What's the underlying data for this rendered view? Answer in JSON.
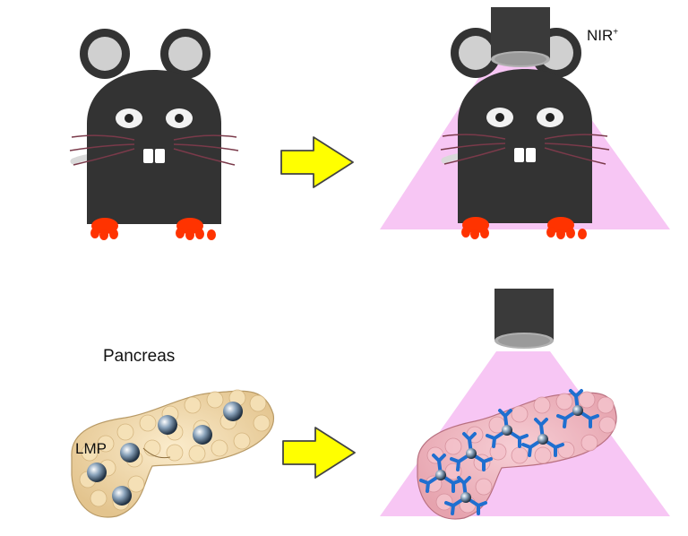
{
  "labels": {
    "nir": "NIR",
    "nir_sup": "+",
    "pancreas": "Pancreas",
    "lmp": "LMP"
  },
  "colors": {
    "mouse_body": "#333333",
    "ear_inner": "#d0d0d0",
    "feet": "#ff3300",
    "whisker": "#7a3a4a",
    "tail": "#d9d9d9",
    "arrow_fill": "#ffff00",
    "arrow_stroke": "#444444",
    "light_cone": "#f7c6f4",
    "lamp": "#3a3a3a",
    "pancreas": "#f3dcb0",
    "pancreas_pink": "#f2b9c2",
    "particle": "#6c8aa6",
    "star": "#1f6fd0"
  }
}
